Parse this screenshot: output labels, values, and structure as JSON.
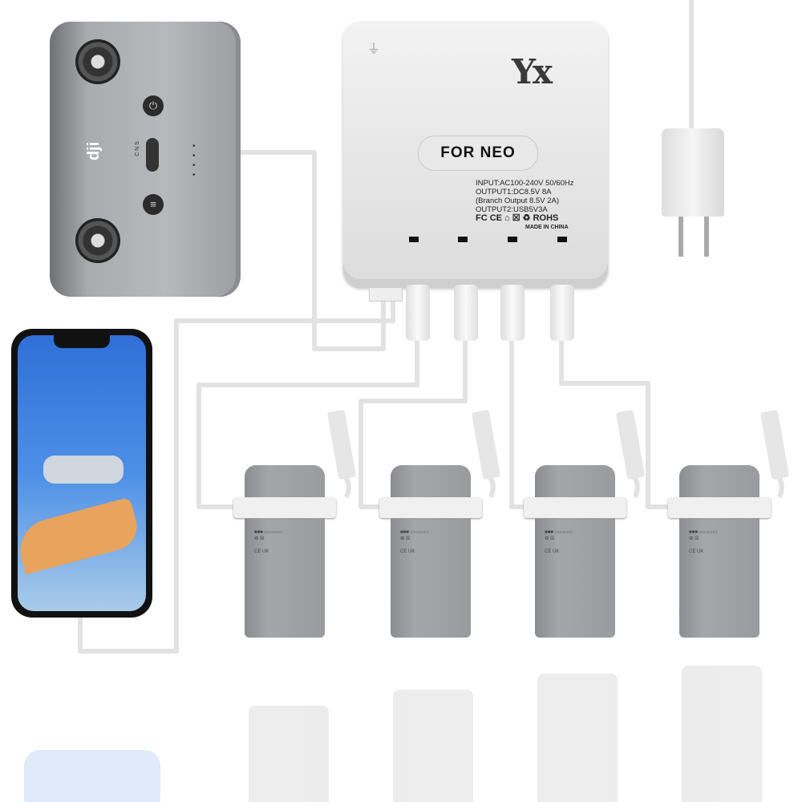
{
  "hub": {
    "brand_logo": "Yx",
    "model_label": "FOR NEO",
    "specs": [
      "INPUT:AC100-240V 50/60Hz",
      "OUTPUT1:DC8.5V 8A",
      "(Branch Output 8.5V 2A)",
      "OUTPUT2:USB5V3A"
    ],
    "certifications": "FC CE ⌂ ☒ ♻ ROHS",
    "origin": "MADE IN CHINA"
  },
  "controller": {
    "brand_logo": "dji",
    "mode_labels": "C N S"
  },
  "battery_count": 4,
  "colors": {
    "hub": "#e8e8e8",
    "controller": "#a9abae",
    "battery": "#9a9b9e",
    "cable": "#e0e0e0"
  }
}
